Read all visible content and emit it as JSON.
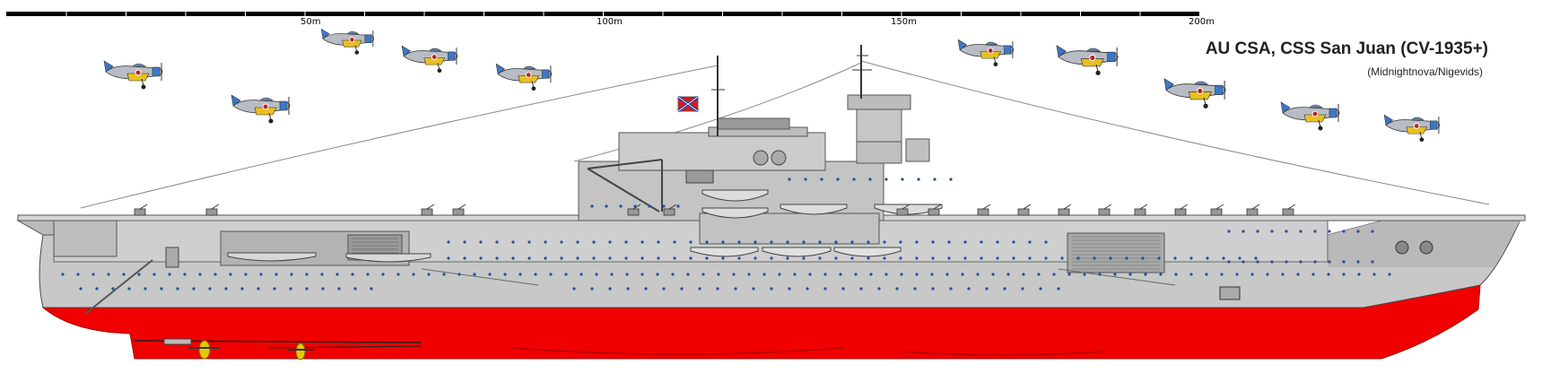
{
  "title": "AU CSA, CSS San Juan (CV-1935+)",
  "credit": "(Midnightnova/Nigevids)",
  "scale": {
    "labels": [
      "50m",
      "100m",
      "150m",
      "200m"
    ]
  },
  "colors": {
    "hull_grey": "#c8c8c8",
    "hull_dark": "#9a9a9a",
    "hull_line": "#5a5a5a",
    "antifouling_red": "#f00000",
    "porthole_blue": "#2a4e9a",
    "propeller_yellow": "#e6c800",
    "flag_red": "#d81e1e",
    "flag_blue": "#1e3ea8",
    "plane_blue": "#3c78c8",
    "plane_silver": "#b8bcc4",
    "plane_yellow": "#e8c020"
  },
  "aircraft_count_note": ""
}
